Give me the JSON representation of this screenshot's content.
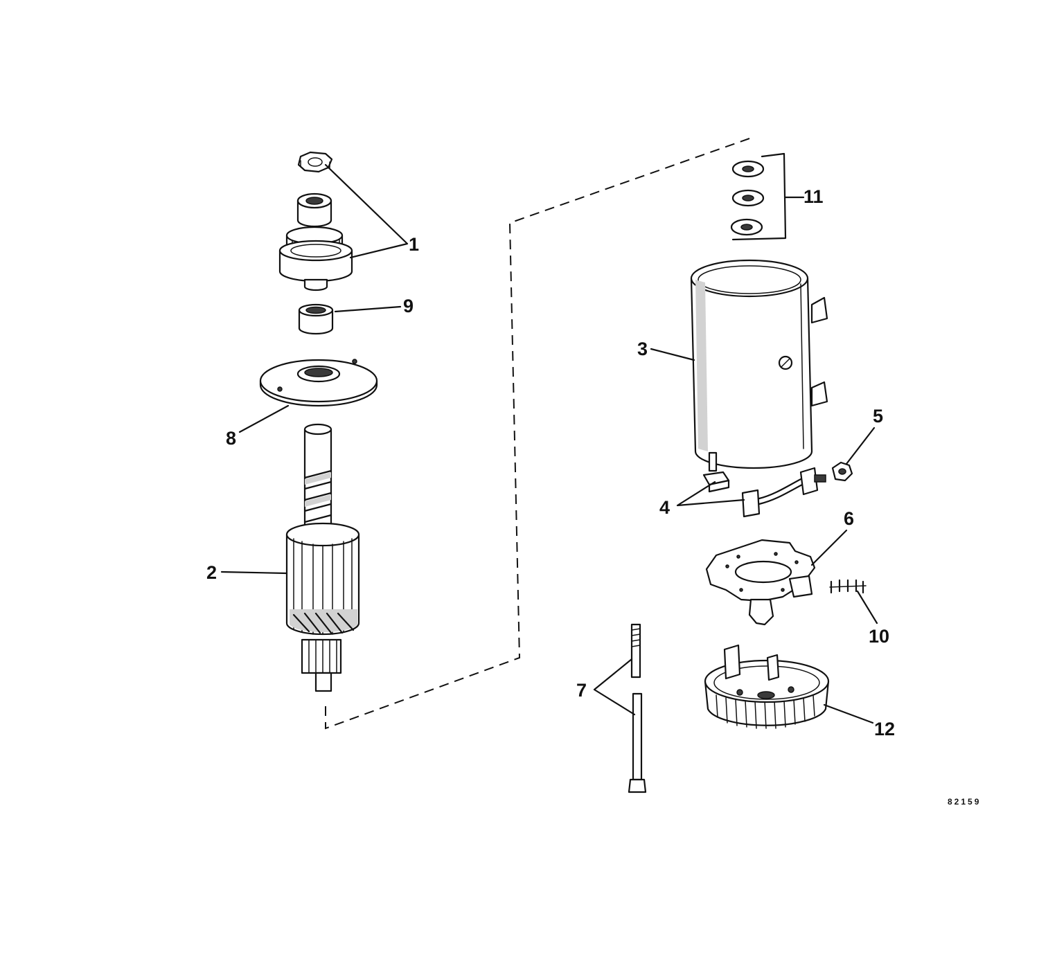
{
  "callouts": {
    "c1": "1",
    "c2": "2",
    "c3": "3",
    "c4": "4",
    "c5": "5",
    "c6": "6",
    "c7": "7",
    "c8": "8",
    "c9": "9",
    "c10": "10",
    "c11": "11",
    "c12": "12"
  },
  "drawing_number": "82159"
}
